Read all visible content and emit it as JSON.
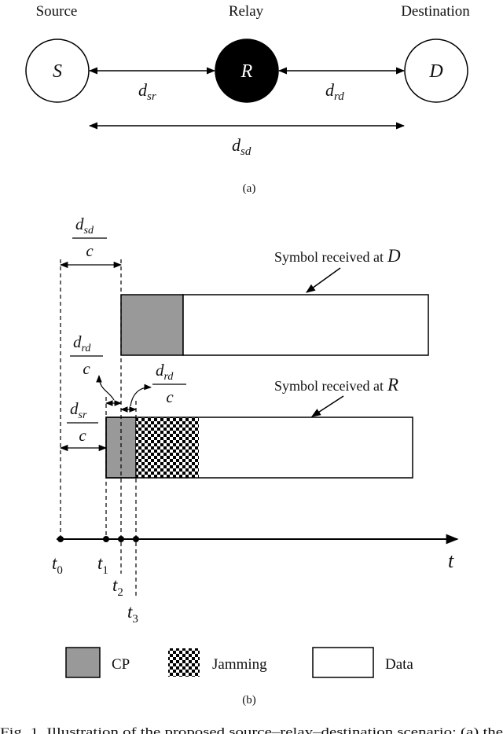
{
  "topology": {
    "nodes": [
      {
        "label": "Source",
        "symbol": "S"
      },
      {
        "label": "Relay",
        "symbol": "R"
      },
      {
        "label": "Destination",
        "symbol": "D"
      }
    ],
    "distances": {
      "sr": {
        "base": "d",
        "sub": "sr"
      },
      "rd": {
        "base": "d",
        "sub": "rd"
      },
      "sd": {
        "base": "d",
        "sub": "sd"
      }
    },
    "caption": "(a)"
  },
  "timing": {
    "frac_sd": {
      "num_base": "d",
      "num_sub": "sd",
      "den": "c"
    },
    "frac_rd1": {
      "num_base": "d",
      "num_sub": "rd",
      "den": "c"
    },
    "frac_rd2": {
      "num_base": "d",
      "num_sub": "rd",
      "den": "c"
    },
    "frac_sr": {
      "num_base": "d",
      "num_sub": "sr",
      "den": "c"
    },
    "symbol_at_D": {
      "text": "Symbol received at",
      "var": "D"
    },
    "symbol_at_R": {
      "text": "Symbol received at",
      "var": "R"
    },
    "axis_var": "t",
    "times": [
      {
        "base": "t",
        "sub": "0"
      },
      {
        "base": "t",
        "sub": "1"
      },
      {
        "base": "t",
        "sub": "2"
      },
      {
        "base": "t",
        "sub": "3"
      }
    ],
    "legend": {
      "cp": "CP",
      "jamming": "Jamming",
      "data": "Data"
    },
    "caption": "(b)"
  },
  "footer_fragment": "Fig. 1.  Illustration of the proposed source–relay–destination scenario: (a) the",
  "colors": {
    "cp_fill": "#999999",
    "relay_fill": "#000000",
    "stroke": "#000000"
  }
}
